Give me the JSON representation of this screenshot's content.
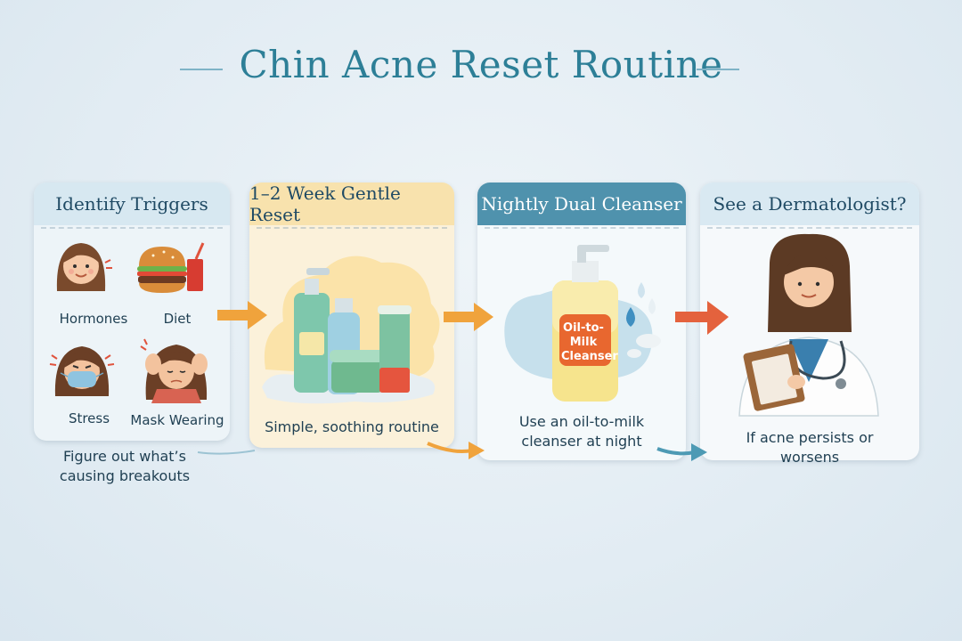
{
  "title": "Chin Acne Reset Routine",
  "steps": [
    {
      "heading": "Identify Triggers",
      "triggers": [
        "Hormones",
        "Diet",
        "Stress",
        "Mask Wearing"
      ],
      "caption": "Figure out what’s causing breakouts"
    },
    {
      "heading": "1–2 Week Gentle Reset",
      "caption": "Simple, soothing routine"
    },
    {
      "heading": "Nightly Dual Cleanser",
      "bottle_label": "Oil-to-Milk Cleanser",
      "caption": "Use an oil-to-milk cleanser at night"
    },
    {
      "heading": "See a Dermatologist?",
      "caption": "If acne persists or worsens"
    }
  ],
  "colors": {
    "title": "#2d7f97",
    "card1_head": "#d7e8f1",
    "card2_head": "#f8e2ad",
    "card3_head": "#4f92ad",
    "card4_head": "#d9e9f2",
    "arrow_orange": "#f0a33c",
    "arrow_red": "#e4623d",
    "arrow_teal": "#4d9ab4"
  }
}
